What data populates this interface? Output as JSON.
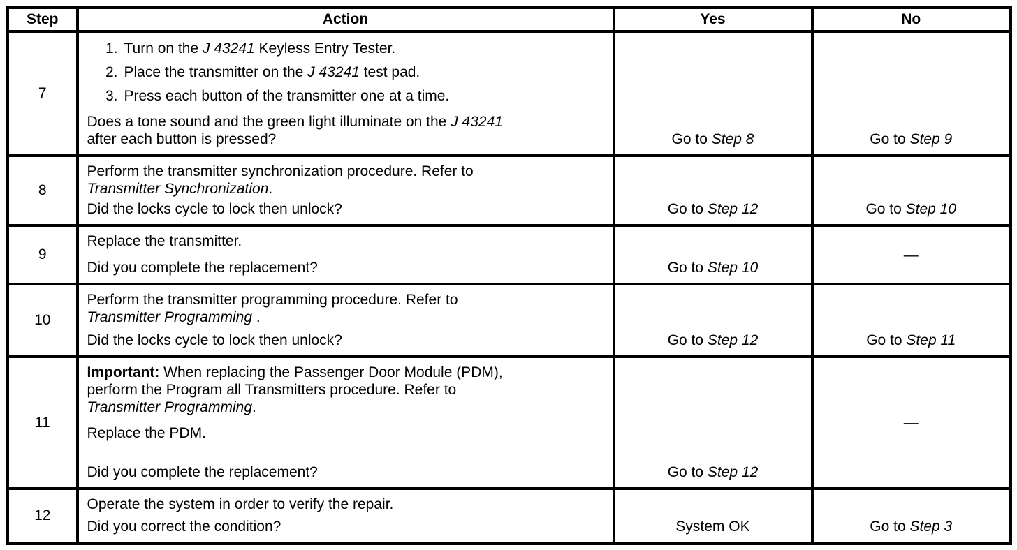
{
  "header": {
    "step": "Step",
    "action": "Action",
    "yes": "Yes",
    "no": "No"
  },
  "rows": [
    {
      "step": "7",
      "items": [
        {
          "marker": "1.",
          "pre": "Turn on the ",
          "it": "J 43241",
          "post": " Keyless Entry Tester."
        },
        {
          "marker": "2.",
          "pre": "Place the transmitter on the ",
          "it": "J 43241",
          "post": " test pad."
        },
        {
          "marker": "3.",
          "pre": "Press each button of the transmitter one at a time."
        }
      ],
      "question": {
        "line1": {
          "pre": "Does a tone sound and the green light illuminate on the ",
          "it": "J 43241"
        },
        "line2": {
          "pre": "after each button is pressed?"
        }
      },
      "yes": {
        "pre": "Go to ",
        "it": "Step 8"
      },
      "no": {
        "pre": "Go to ",
        "it": "Step 9"
      }
    },
    {
      "step": "8",
      "para": {
        "line1": {
          "pre": "Perform the transmitter synchronization procedure. Refer to"
        },
        "line2": {
          "it": "Transmitter Synchronization",
          "post": "."
        }
      },
      "question": {
        "line1": {
          "pre": "Did the locks cycle to lock then unlock?"
        }
      },
      "yes": {
        "pre": "Go to ",
        "it": "Step 12"
      },
      "no": {
        "pre": "Go to ",
        "it": "Step 10"
      }
    },
    {
      "step": "9",
      "para": {
        "line1": {
          "pre": "Replace the transmitter."
        }
      },
      "question": {
        "line1": {
          "pre": "Did you complete the replacement?"
        }
      },
      "yes": {
        "pre": "Go to ",
        "it": "Step 10"
      },
      "no": {
        "dash": "—"
      }
    },
    {
      "step": "10",
      "para": {
        "line1": {
          "pre": "Perform the transmitter programming procedure. Refer to"
        },
        "line2": {
          "it": "Transmitter Programming",
          "post": " ."
        }
      },
      "question": {
        "line1": {
          "pre": "Did the locks cycle to lock then unlock?"
        }
      },
      "yes": {
        "pre": "Go to ",
        "it": "Step 12"
      },
      "no": {
        "pre": "Go to ",
        "it": "Step 11"
      }
    },
    {
      "step": "11",
      "para": {
        "line1": {
          "bold": "Important:",
          "post": " When replacing the Passenger Door Module (PDM),"
        },
        "line2": {
          "pre": "perform the Program all Transmitters procedure. Refer to"
        },
        "line3": {
          "it": "Transmitter Programming",
          "post": "."
        }
      },
      "para2": {
        "line1": {
          "pre": "Replace the PDM."
        }
      },
      "question": {
        "line1": {
          "pre": "Did you complete the replacement?"
        }
      },
      "yes": {
        "pre": "Go to ",
        "it": "Step 12"
      },
      "no": {
        "dash": "—"
      }
    },
    {
      "step": "12",
      "para": {
        "line1": {
          "pre": "Operate the system in order to verify the repair."
        }
      },
      "question": {
        "line1": {
          "pre": "Did you correct the condition?"
        }
      },
      "yes": {
        "pre": "System OK"
      },
      "no": {
        "pre": "Go to ",
        "it": "Step 3"
      }
    }
  ]
}
